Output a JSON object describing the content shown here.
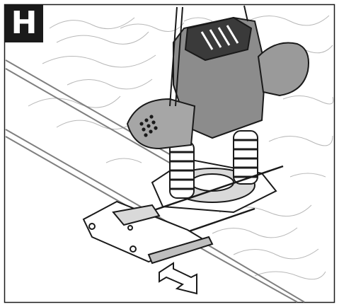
{
  "figure": {
    "step_label": "H",
    "colors": {
      "frame": "#1a1a1a",
      "surface": "#ffffff",
      "edge": "#7f7f7f",
      "tool_gray": "#8c8c8c",
      "tool_dark": "#3a3a3a",
      "grain": "#b3b3b3"
    },
    "icons": [
      "router-tool-illustration",
      "parallel-guide",
      "direction-arrow-icon",
      "wood-grain-texture"
    ]
  }
}
